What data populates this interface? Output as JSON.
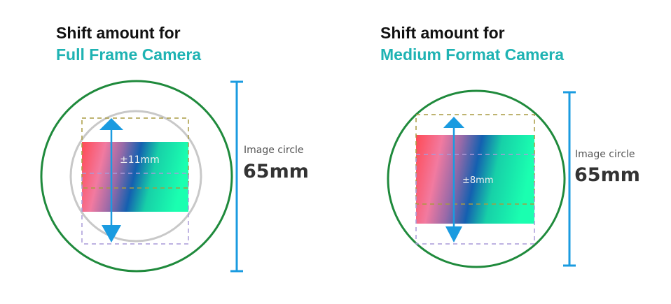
{
  "panels": [
    {
      "title_line1": "Shift amount for",
      "title_line2": "Full Frame Camera",
      "shift_label": "±11mm",
      "image_circle_label": "Image circle",
      "image_circle_value": "65mm"
    },
    {
      "title_line1": "Shift amount for",
      "title_line2": "Medium Format Camera",
      "shift_label": "±8mm",
      "image_circle_label": "Image circle",
      "image_circle_value": "65mm"
    }
  ],
  "colors": {
    "title_accent": "#1fb3b3",
    "image_circle": "#1f8a3c",
    "sensor_circle": "#c8c8c8",
    "arrow": "#1a9be0",
    "dash_top": "#a89a40",
    "dash_bottom": "#a99ad8"
  }
}
